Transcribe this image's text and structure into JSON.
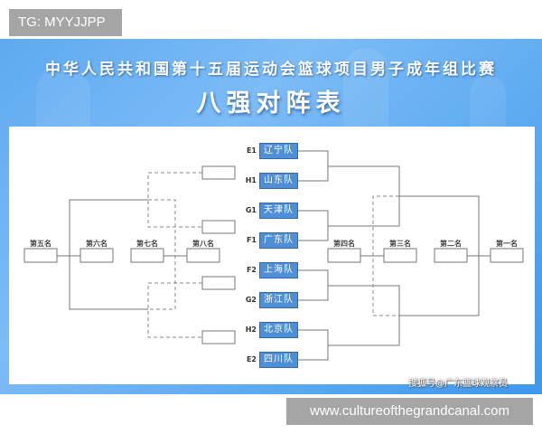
{
  "watermark_top": "TG: MYYJJPP",
  "watermark_bottom": "www.cultureofthegrandcanal.com",
  "title": {
    "line1": "中华人民共和国第十五届运动会篮球项目男子成年组比赛",
    "line2": "八强对阵表"
  },
  "colors": {
    "banner": "#64aef2",
    "team_box": "#4f8fd6",
    "line": "#777777"
  },
  "teams": [
    {
      "seed": "E1",
      "name": "辽宁队"
    },
    {
      "seed": "H1",
      "name": "山东队"
    },
    {
      "seed": "G1",
      "name": "天津队"
    },
    {
      "seed": "F1",
      "name": "广东队"
    },
    {
      "seed": "F2",
      "name": "上海队"
    },
    {
      "seed": "G2",
      "name": "浙江队"
    },
    {
      "seed": "H2",
      "name": "北京队"
    },
    {
      "seed": "E2",
      "name": "四川队"
    }
  ],
  "placements": {
    "left": [
      "第五名",
      "第六名",
      "第七名",
      "第八名"
    ],
    "right": [
      "第四名",
      "第三名",
      "第二名",
      "第一名"
    ]
  },
  "credit": "搜狐号@广东篮球观察员"
}
